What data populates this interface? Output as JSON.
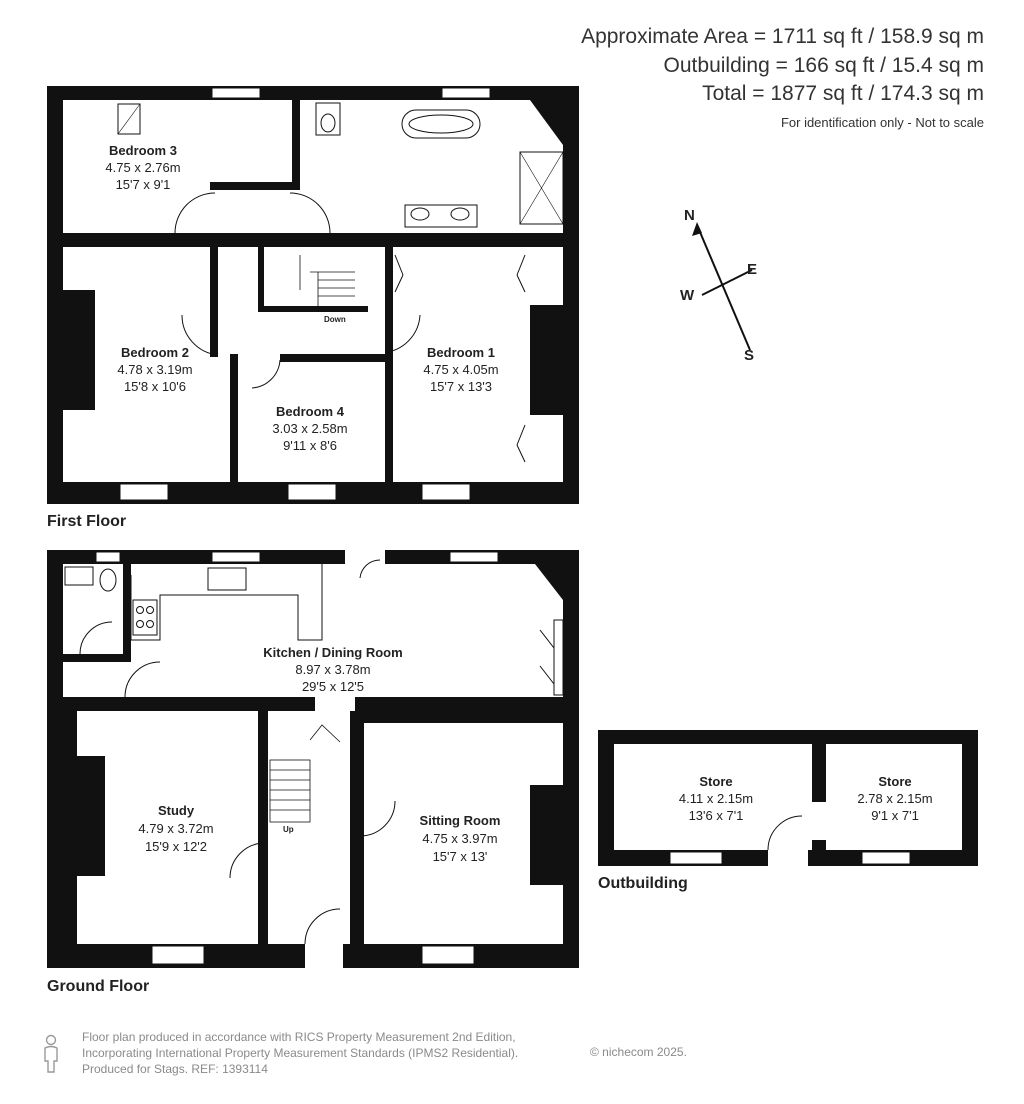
{
  "header": {
    "approx_area": "Approximate Area = 1711 sq ft / 158.9 sq m",
    "outbuilding_area": "Outbuilding = 166 sq ft / 15.4 sq m",
    "total_area": "Total = 1877 sq ft / 174.3 sq m",
    "disclaimer": "For identification only - Not to scale"
  },
  "compass": {
    "n": "N",
    "e": "E",
    "s": "S",
    "w": "W"
  },
  "floors": {
    "first": {
      "label": "First Floor",
      "down_label": "Down",
      "rooms": [
        {
          "name": "Bedroom 3",
          "metric": "4.75 x 2.76m",
          "imperial": "15'7 x 9'1"
        },
        {
          "name": "Bedroom 2",
          "metric": "4.78 x 3.19m",
          "imperial": "15'8 x 10'6"
        },
        {
          "name": "Bedroom 4",
          "metric": "3.03 x 2.58m",
          "imperial": "9'11 x 8'6"
        },
        {
          "name": "Bedroom 1",
          "metric": "4.75 x 4.05m",
          "imperial": "15'7 x 13'3"
        }
      ]
    },
    "ground": {
      "label": "Ground Floor",
      "up_label": "Up",
      "rooms": [
        {
          "name": "Kitchen / Dining Room",
          "metric": "8.97 x 3.78m",
          "imperial": "29'5 x 12'5"
        },
        {
          "name": "Study",
          "metric": "4.79 x 3.72m",
          "imperial": "15'9 x 12'2"
        },
        {
          "name": "Sitting Room",
          "metric": "4.75 x 3.97m",
          "imperial": "15'7 x 13'"
        }
      ]
    },
    "outbuilding": {
      "label": "Outbuilding",
      "rooms": [
        {
          "name": "Store",
          "metric": "4.11 x 2.15m",
          "imperial": "13'6 x 7'1"
        },
        {
          "name": "Store",
          "metric": "2.78 x 2.15m",
          "imperial": "9'1 x 7'1"
        }
      ]
    }
  },
  "footer": {
    "line1": "Floor plan produced in accordance with RICS Property Measurement 2nd Edition,",
    "line2": "Incorporating International Property Measurement Standards (IPMS2 Residential).",
    "line3": "Produced for Stags.   REF: 1393114",
    "copyright": "© nichecom 2025."
  }
}
